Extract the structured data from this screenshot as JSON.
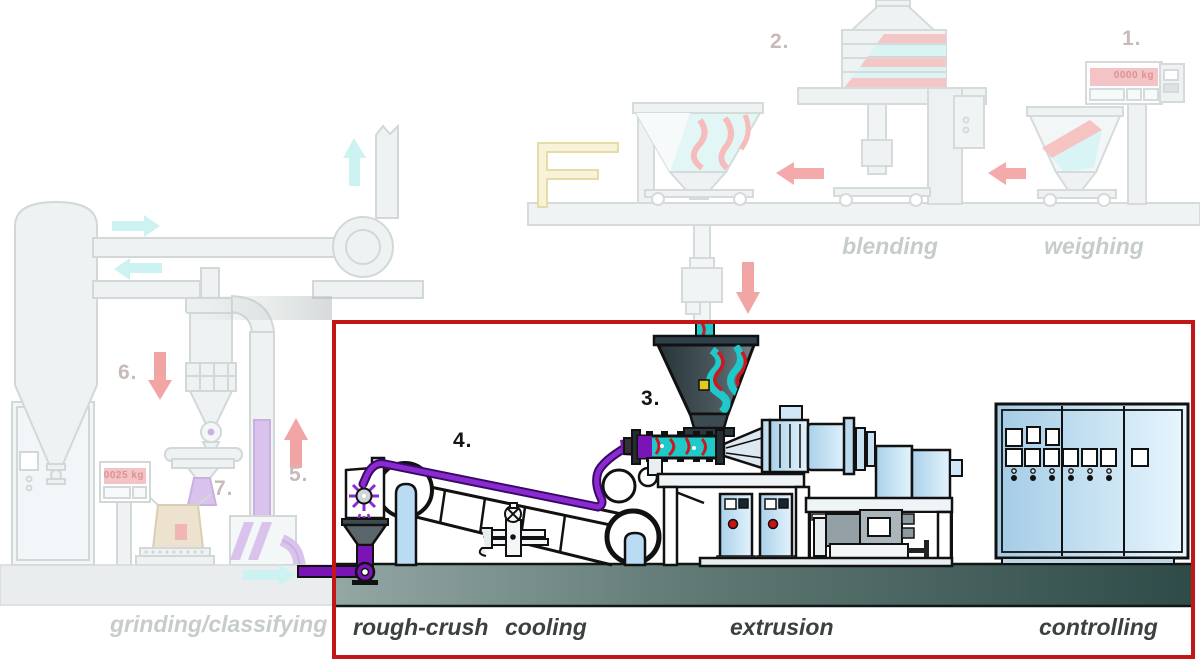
{
  "stages": {
    "weighing": {
      "num": "1.",
      "label": "weighing"
    },
    "blending": {
      "num": "2.",
      "label": "blending"
    },
    "extruder_feed": {
      "num": "3."
    },
    "cooling_conveyor": {
      "num": "4."
    },
    "recycle_lift": {
      "num": "5."
    },
    "classifying": {
      "num": "6."
    },
    "bagging": {
      "num": "7."
    },
    "grinding_classifying": {
      "label": "grinding/classifying"
    },
    "rough_crush": {
      "label": "rough-crush"
    },
    "cooling": {
      "label": "cooling"
    },
    "extrusion": {
      "label": "extrusion"
    },
    "controlling": {
      "label": "controlling"
    }
  },
  "displays": {
    "weighing_readout": "0000 kg",
    "dosing_readout": "0025 kg"
  },
  "colors": {
    "highlight_border": "#c31717",
    "strand_purple": "#7a14b6",
    "material_cyan": "#1fc9c9",
    "material_red": "#cc1822",
    "machine_blue": "#bfe0f4",
    "floor_teal_dark": "#2f4b48",
    "faded_outline": "#d2d8d8",
    "label_active": "#3c4040",
    "label_faded": "#c6cbcb",
    "number_faded": "#c9baba",
    "arrow_pink": "#f2a5a5",
    "arrow_cyan": "#cdf2f2"
  }
}
